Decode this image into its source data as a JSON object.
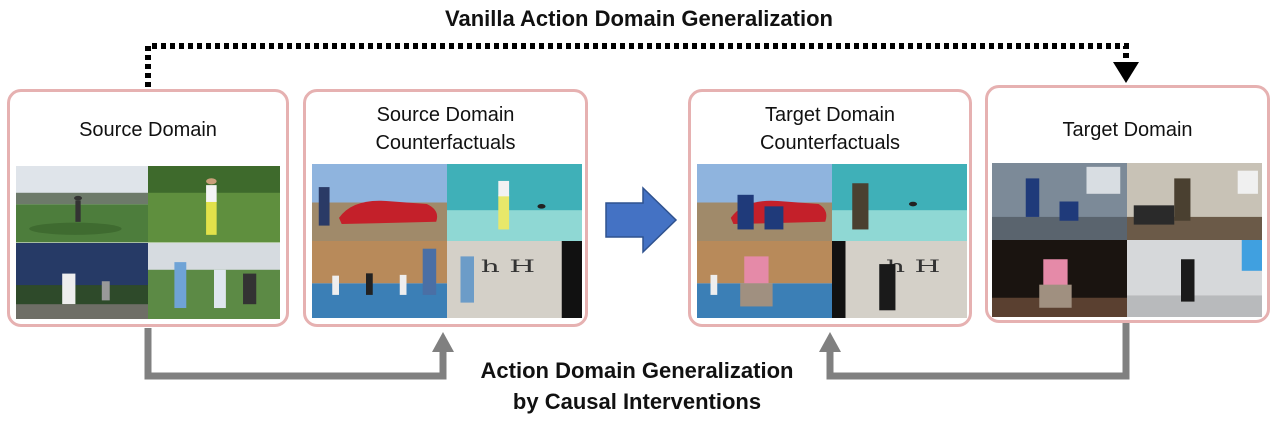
{
  "title_top": "Vanilla Action Domain Generalization",
  "title_bottom_line1": "Action Domain Generalization",
  "title_bottom_line2": "by Causal Interventions",
  "panels": [
    {
      "line1": "Source Domain",
      "line2": ""
    },
    {
      "line1": "Source Domain",
      "line2": "Counterfactuals"
    },
    {
      "line1": "Target Domain",
      "line2": "Counterfactuals"
    },
    {
      "line1": "Target Domain",
      "line2": ""
    }
  ],
  "colors": {
    "panel_border": "#e6b1b1",
    "gray_arrow": "#808080",
    "blue_arrow": "#4472c4",
    "dotted_arrow": "#000000"
  }
}
